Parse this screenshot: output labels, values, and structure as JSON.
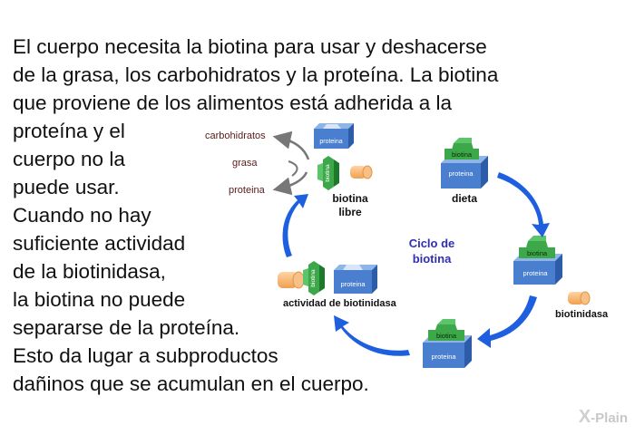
{
  "text_lines": [
    "El cuerpo necesita la biotina para usar y deshacerse",
    "de la grasa, los carbohidratos y la proteína. La biotina",
    "que proviene de los alimentos está adherida a la",
    "proteína y el",
    "cuerpo no la",
    "puede usar.",
    "Cuando no hay",
    "suficiente actividad",
    "de la biotinidasa,",
    "la biotina no puede",
    "separarse de la proteína.",
    "Esto da lugar a subproductos",
    "dañinos que se acumulan en el cuerpo."
  ],
  "diagram": {
    "products": [
      "carbohidratos",
      "grasa",
      "proteina"
    ],
    "free_biotin_label": [
      "biotina",
      "libre"
    ],
    "diet_label": "dieta",
    "cycle_label": [
      "Ciclo de",
      "biotina"
    ],
    "enzyme_label": "biotinidasa",
    "activity_label": "actividad de biotinidasa",
    "box_protein": "proteina",
    "box_biotin": "biotina",
    "vertical_biotin": "biotina"
  },
  "logo": {
    "prefix": "X",
    "text": "-Plain"
  },
  "colors": {
    "protein_top": "#8fb4e8",
    "protein_front": "#4a7fd0",
    "protein_side": "#2d5ca8",
    "biotin_green": "#3ca84a",
    "biotin_dark": "#1e7a2a",
    "enzyme_orange": "#f5b070",
    "arrow_blue": "#1e5fe0",
    "arrow_gray": "#777777"
  }
}
